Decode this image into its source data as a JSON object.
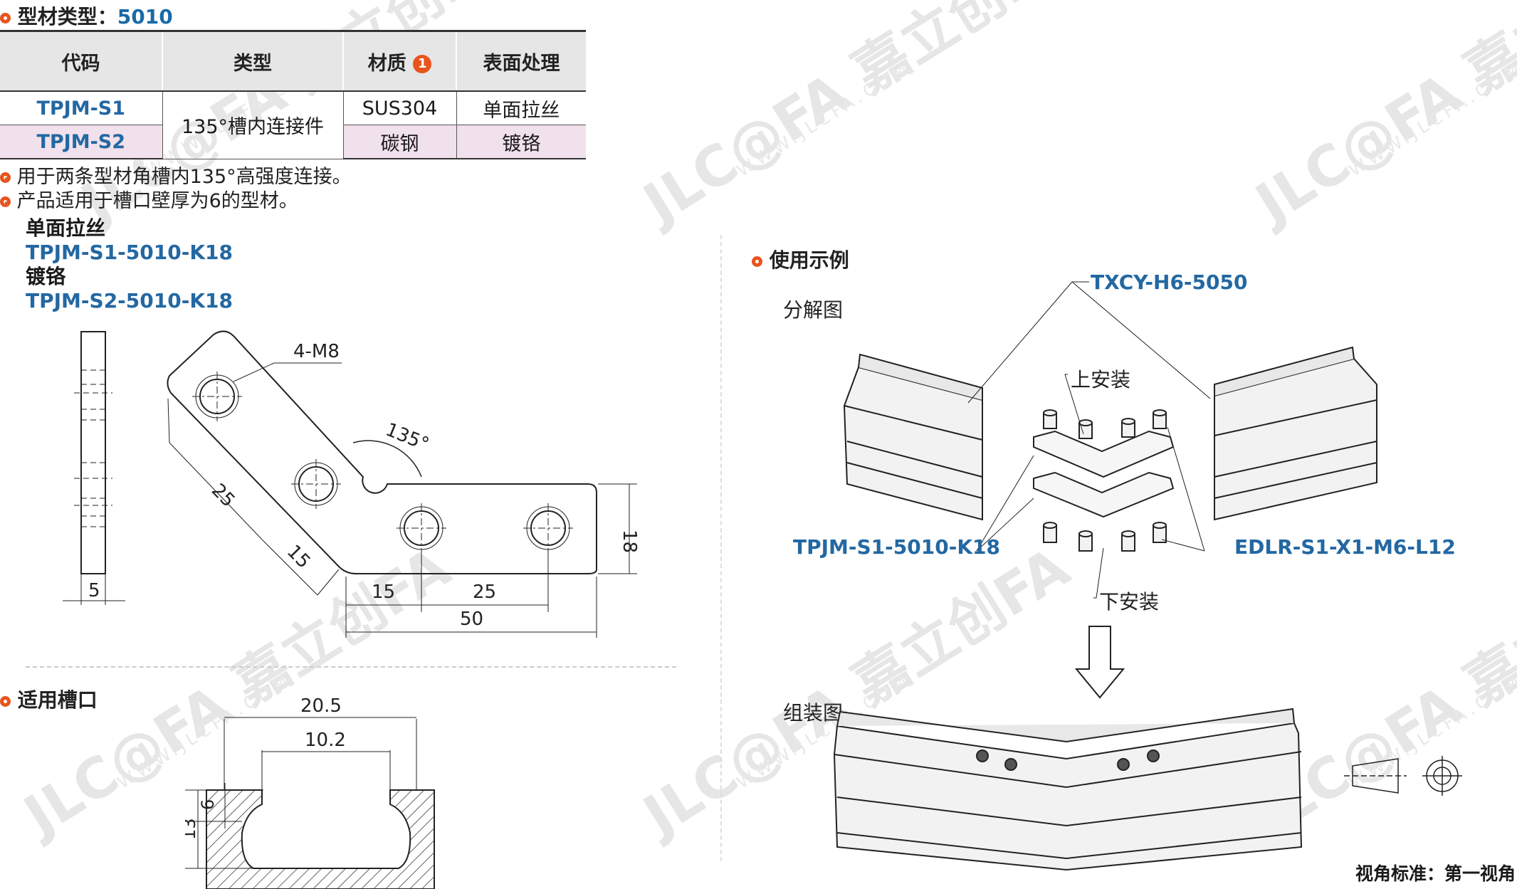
{
  "header": {
    "label": "型材类型：",
    "value": "5010"
  },
  "table": {
    "headers": {
      "code": "代码",
      "type": "类型",
      "material": "材质",
      "material_badge": "1",
      "surface": "表面处理"
    },
    "rows": [
      {
        "code": "TPJM-S1",
        "material": "SUS304",
        "surface": "单面拉丝"
      },
      {
        "code": "TPJM-S2",
        "material": "碳钢",
        "surface": "镀铬"
      }
    ],
    "merged_type": "135°槽内连接件"
  },
  "notes": [
    "用于两条型材角槽内135°高强度连接。",
    "产品适用于槽口壁厚为6的型材。"
  ],
  "orders": [
    {
      "label": "单面拉丝",
      "code": "TPJM-S1-5010-K18"
    },
    {
      "label": "镀铬",
      "code": "TPJM-S2-5010-K18"
    }
  ],
  "drawing": {
    "hole_label": "4-M8",
    "angle": "135°",
    "dims": {
      "thickness": "5",
      "arm_pitch": "25",
      "arm_end": "15",
      "bottom_15": "15",
      "bottom_25": "25",
      "overall": "50",
      "height": "18"
    }
  },
  "slot": {
    "title": "适用槽口",
    "dims": {
      "width_outer": "20.5",
      "width_inner": "10.2",
      "depth": "6",
      "height": "13"
    }
  },
  "usage": {
    "title": "使用示例",
    "exploded_label": "分解图",
    "assembled_label": "组装图",
    "callouts": {
      "profile": "TXCY-H6-5050",
      "upper": "上安装",
      "lower": "下安装",
      "part": "TPJM-S1-5010-K18",
      "screw": "EDLR-S1-X1-M6-L12"
    }
  },
  "view_standard": "视角标准：第一视角",
  "watermark": {
    "brand": "JLC@FA 嘉立创FA",
    "site": "WWW.JLCFA.COM"
  },
  "colors": {
    "accent": "#e8541e",
    "code_blue": "#2368a2",
    "pink_row": "#f1e1ec"
  }
}
